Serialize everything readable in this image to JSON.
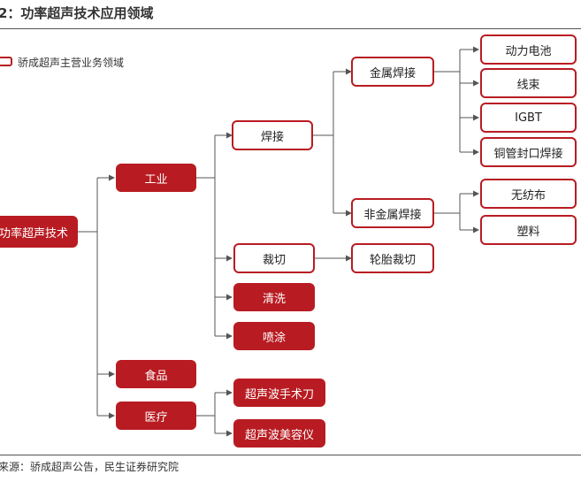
{
  "title": "2：功率超声技术应用领域",
  "legend": {
    "label": "骄成超声主营业务领域"
  },
  "source": "来源：骄成超声公告，民生证券研究院",
  "colors": {
    "accent": "#b81c22",
    "line": "#555555"
  },
  "nodes": {
    "root": "功率超声技术",
    "industry": "工业",
    "food": "食品",
    "medical": "医疗",
    "welding": "焊接",
    "cutting": "裁切",
    "cleaning": "清洗",
    "spraying": "喷涂",
    "scalpel": "超声波手术刀",
    "beauty": "超声波美容仪",
    "metal_welding": "金属焊接",
    "nonmetal_welding": "非金属焊接",
    "tire_cutting": "轮胎裁切",
    "battery": "动力电池",
    "harness": "线束",
    "igbt": "IGBT",
    "copper": "铜管封口焊接",
    "nonwoven": "无纺布",
    "plastic": "塑料"
  }
}
